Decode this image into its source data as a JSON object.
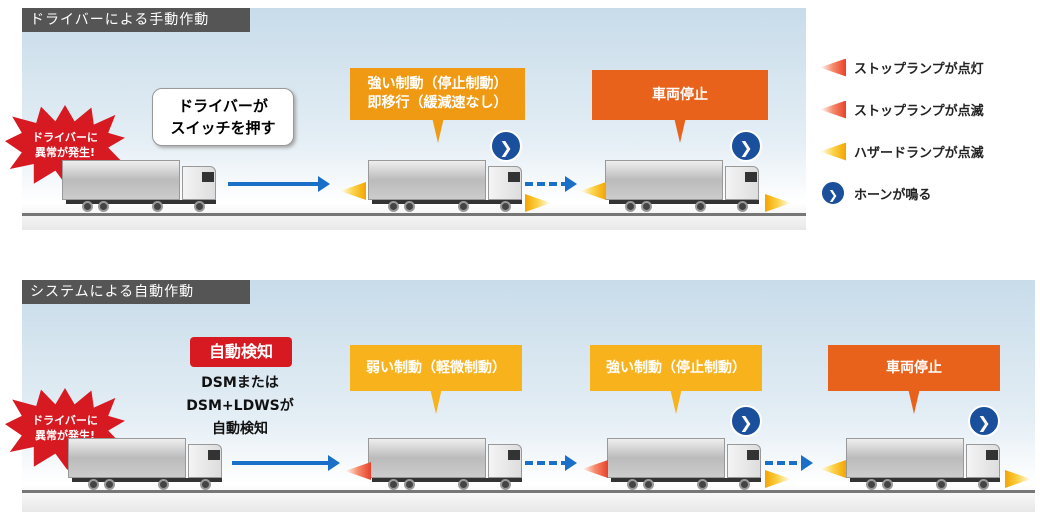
{
  "manual": {
    "title": "ドライバーによる手動作動",
    "burst": [
      "ドライバーに",
      "異常が発生!"
    ],
    "bubble": [
      "ドライバーが",
      "スイッチを押す"
    ],
    "step1": [
      "強い制動（停止制動）",
      "即移行（緩減速なし）"
    ],
    "step2": "車両停止"
  },
  "auto": {
    "title": "システムによる自動作動",
    "burst": [
      "ドライバーに",
      "異常が発生!"
    ],
    "badge": "自動検知",
    "detect": [
      "DSMまたは",
      "DSM+LDWSが",
      "自動検知"
    ],
    "step1": "弱い制動（軽微制動）",
    "step2": "強い制動（停止制動）",
    "step3": "車両停止"
  },
  "legend": [
    {
      "icon": "stop-lamp-on-icon",
      "label": "ストップランプが点灯"
    },
    {
      "icon": "stop-lamp-blink-icon",
      "label": "ストップランプが点滅"
    },
    {
      "icon": "hazard-lamp-blink-icon",
      "label": "ハザードランプが点滅"
    },
    {
      "icon": "horn-icon",
      "label": "ホーンが鳴る"
    }
  ],
  "colors": {
    "yellow": "#f7b21c",
    "orange": "#e9621c",
    "red": "#d71921",
    "blue": "#1a6fc9"
  }
}
